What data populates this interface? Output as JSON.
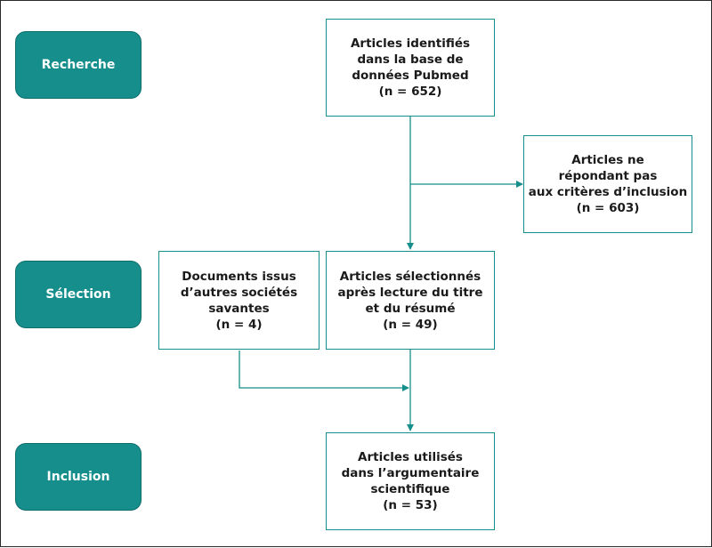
{
  "colors": {
    "accent": "#168e8c",
    "stage_text": "#ffffff",
    "box_text": "#1a1a1a"
  },
  "stages": {
    "recherche": "Recherche",
    "selection": "Sélection",
    "inclusion": "Inclusion"
  },
  "boxes": {
    "identified": [
      "Articles identifiés",
      "dans la base de",
      "données Pubmed",
      "(n = 652)"
    ],
    "excluded": [
      "Articles ne",
      "répondant pas",
      "aux critères d’inclusion",
      "(n = 603)"
    ],
    "other_docs": [
      "Documents issus",
      "d’autres sociétés",
      "savantes",
      "(n = 4)"
    ],
    "selected": [
      "Articles sélectionnés",
      "après lecture du titre",
      "et du résumé",
      "(n = 49)"
    ],
    "used": [
      "Articles utilisés",
      "dans l’argumentaire",
      "scientifique",
      "(n = 53)"
    ]
  }
}
